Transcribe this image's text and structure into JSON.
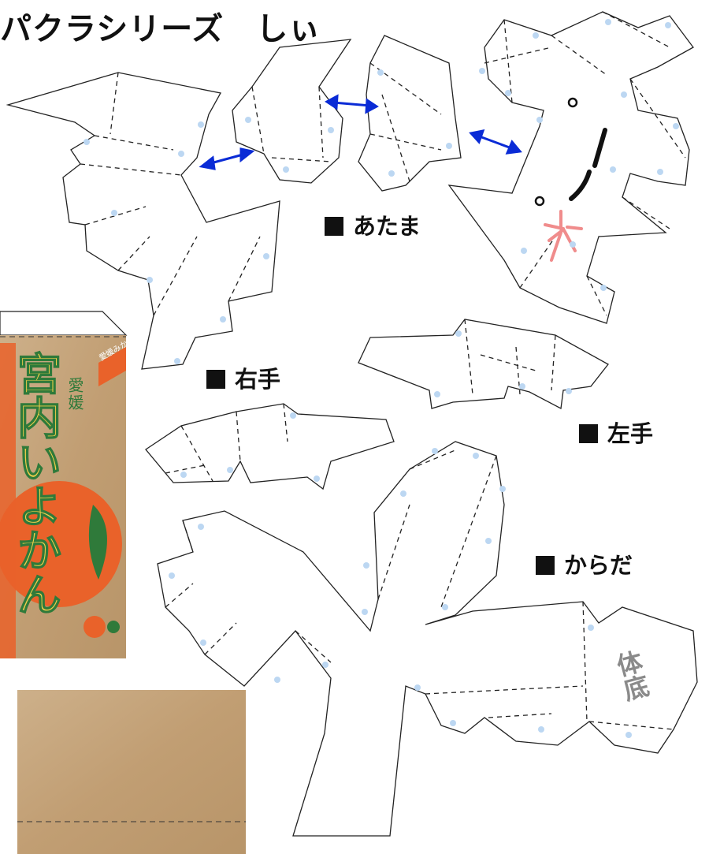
{
  "title": "パクラシリーズ　しぃ",
  "sections": {
    "head": "あたま",
    "right_hand": "右手",
    "left_hand": "左手",
    "body": "からだ"
  },
  "box_print": {
    "brand_small": "愛媛",
    "brand_large": "宮内いよかん",
    "tag": "愛媛みかん"
  },
  "bottom_label": "体底",
  "colors": {
    "line": "#222222",
    "glue_dot": "#bcd7f2",
    "arrow": "#0a2bd6",
    "blush": "#f08c8c",
    "cardboard": "#c9a876",
    "box_orange": "#e9622a",
    "box_green": "#2f7a3a"
  }
}
